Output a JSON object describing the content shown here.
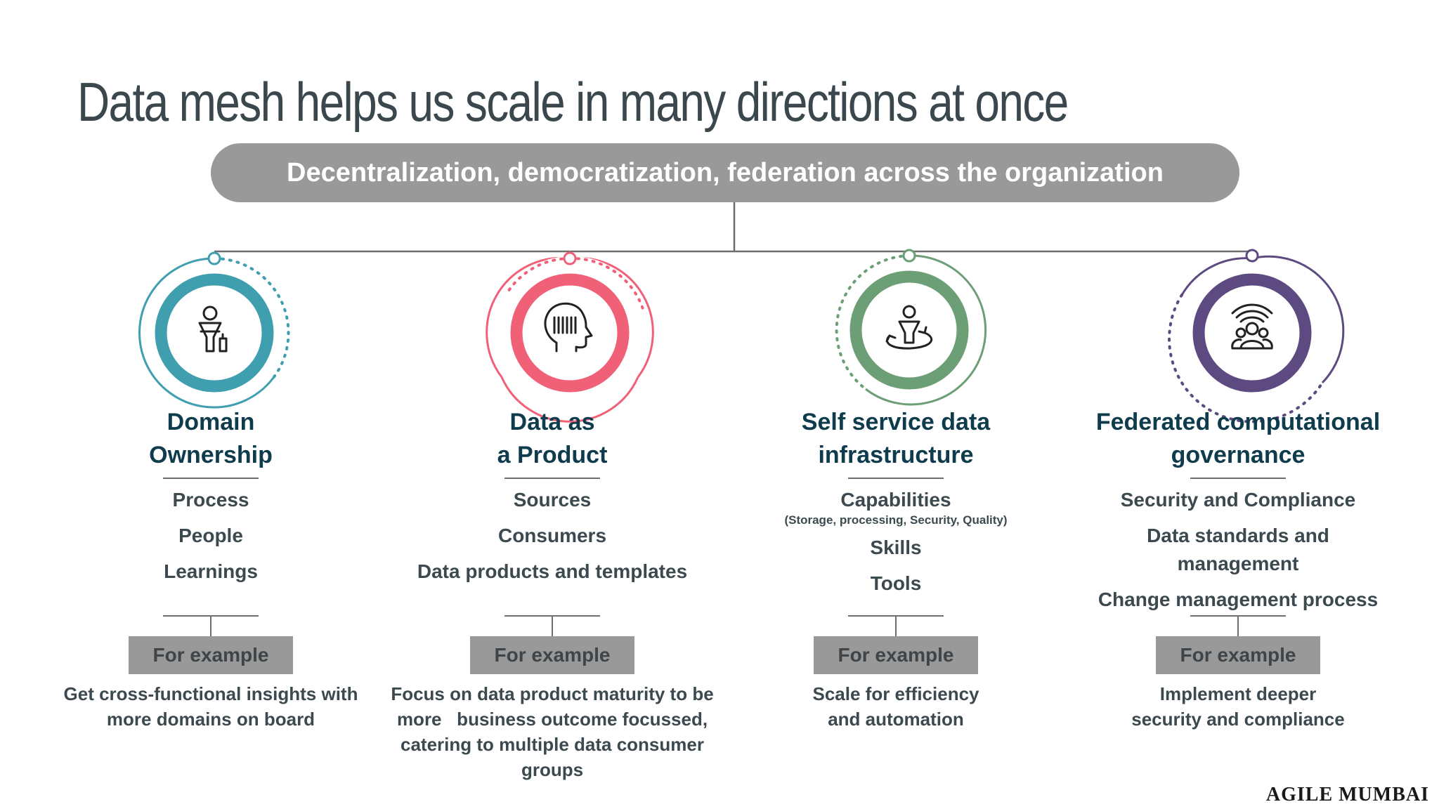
{
  "title": "Data mesh helps us scale in many directions at once",
  "banner": "Decentralization, democratization, federation across the organization",
  "colors": {
    "teal": "#3f9fae",
    "pink": "#f06178",
    "green": "#6c9f76",
    "purple": "#5d4a80",
    "gray_box": "#999999",
    "heading": "#0f3c4d"
  },
  "pillars": [
    {
      "icon": "person-filter-icon",
      "heading": [
        "Domain",
        "Ownership"
      ],
      "items": [
        "Process",
        "People",
        "Learnings"
      ],
      "example_label": "For example",
      "example_text": [
        "Get cross-functional insights with",
        "more domains on board"
      ]
    },
    {
      "icon": "head-barcode-icon",
      "heading": [
        "Data as",
        "a Product"
      ],
      "items": [
        "Sources",
        "Consumers",
        "Data products and templates"
      ],
      "example_label": "For example",
      "example_text": [
        "Focus on data product maturity to be",
        "more   business outcome focussed,",
        "catering to multiple data consumer",
        "groups"
      ]
    },
    {
      "icon": "self-service-cycle-icon",
      "heading": [
        "Self service data",
        "infrastructure"
      ],
      "items": [
        "Capabilities",
        "(Storage, processing, Security, Quality)",
        "Skills",
        "Tools"
      ],
      "example_label": "For example",
      "example_text": [
        "Scale for efficiency",
        "and automation"
      ]
    },
    {
      "icon": "group-signal-icon",
      "heading": [
        "Federated computational",
        "governance"
      ],
      "items": [
        "Security and Compliance",
        "Data standards and management",
        "Change management process"
      ],
      "example_label": "For example",
      "example_text": [
        "Implement deeper",
        "security and compliance"
      ]
    }
  ],
  "brand": "AGILE MUMBAI"
}
